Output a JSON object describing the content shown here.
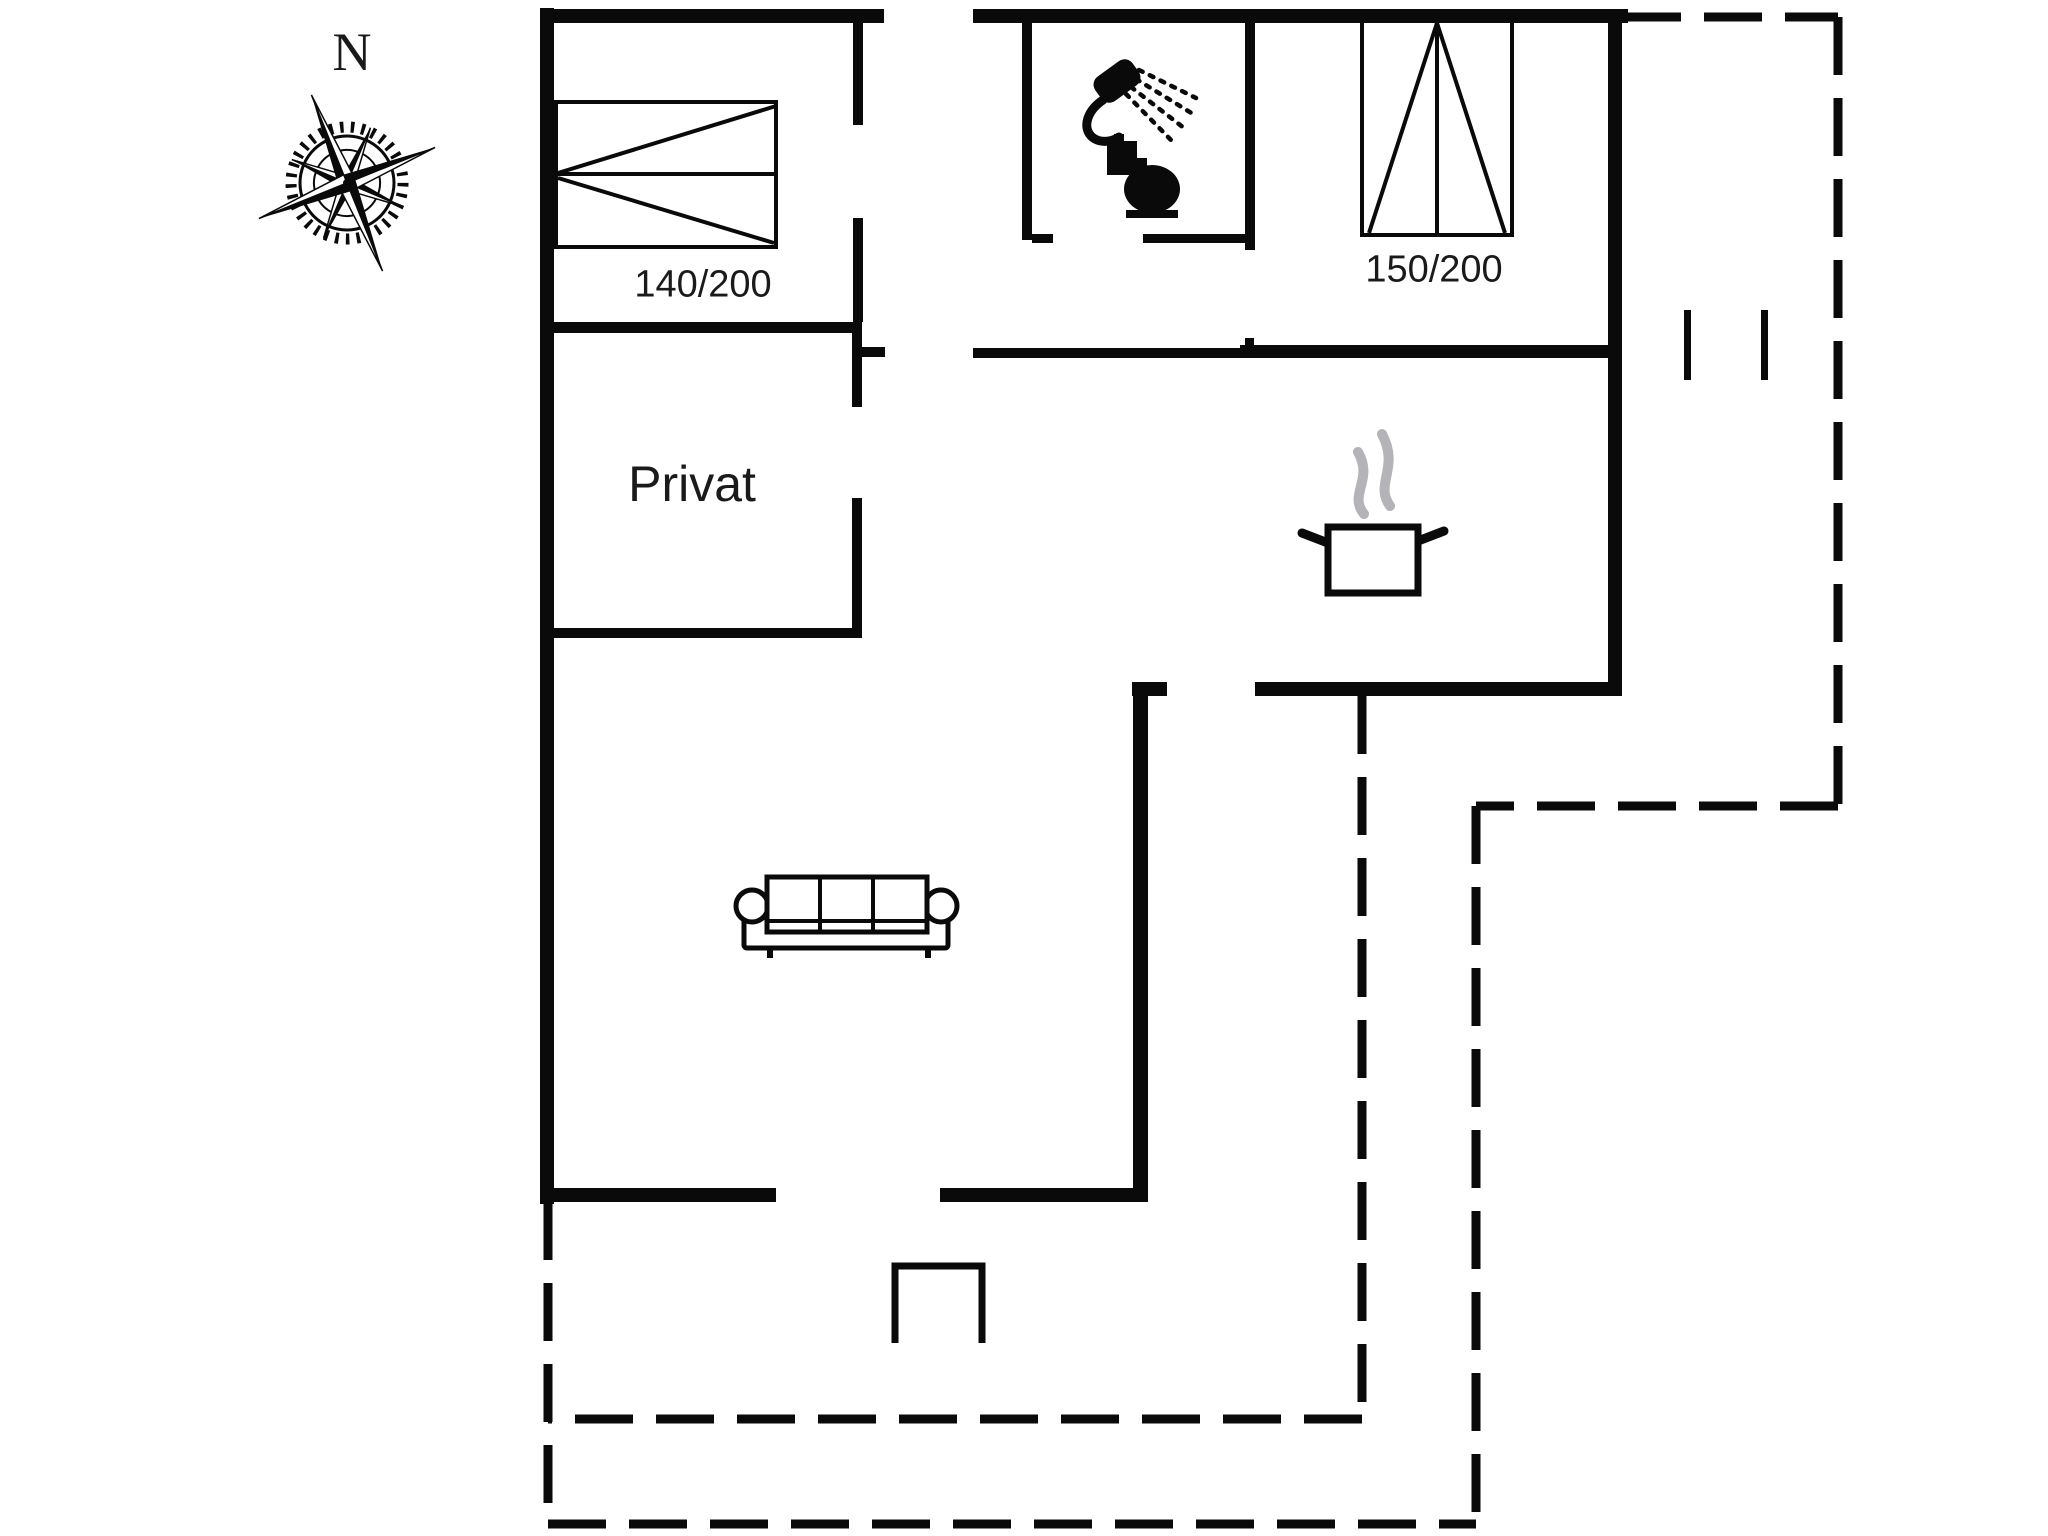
{
  "labels": {
    "compass_north": "N",
    "bed_top_left": "140/200",
    "bed_top_right": "150/200",
    "private_room": "Privat"
  },
  "icons": {
    "compass": "compass-rose-icon",
    "bed_left": "double-bed-icon",
    "bed_right": "double-bed-icon",
    "shower": "shower-icon",
    "toilet": "toilet-icon",
    "pot": "cooking-pot-icon",
    "steam": "steam-icon",
    "sofa": "sofa-icon",
    "step": "entrance-step-marker",
    "terrace_opening": "terrace-opening-ticks"
  },
  "colors": {
    "background": "#ffffff",
    "wall": "#0a0a0a",
    "text": "#1a1a1a",
    "steam": "#b3b3b8"
  }
}
